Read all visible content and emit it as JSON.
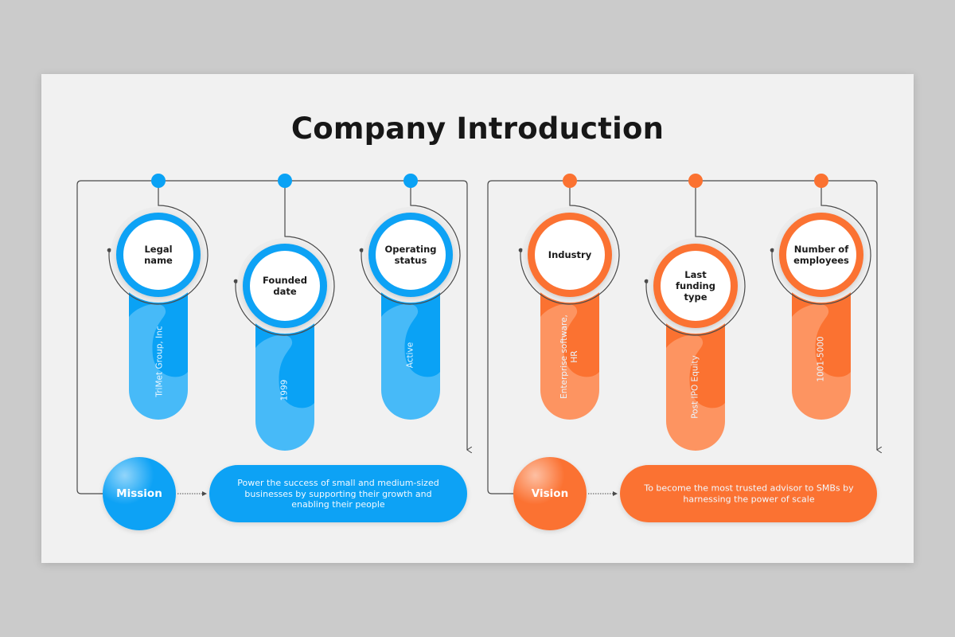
{
  "slide": {
    "title": "Company Introduction"
  },
  "colors": {
    "blue": "#0aa2f5",
    "blue_light": "#47baf8",
    "orange": "#fb7231",
    "orange_light": "#fd9461",
    "line": "#4a4a4a",
    "background": "#f1f1f1"
  },
  "left_panel": {
    "items": [
      {
        "label": "Legal\nname",
        "value": "TriMet Group, Inc",
        "icon": "info-circle"
      },
      {
        "label": "Founded\ndate",
        "value": "1999",
        "icon": "info-circle"
      },
      {
        "label": "Operating\nstatus",
        "value": "Active",
        "icon": "info-circle"
      }
    ],
    "badge": "Mission",
    "statement": "Power the success of small and medium-sized businesses by supporting their growth and enabling their people"
  },
  "right_panel": {
    "items": [
      {
        "label": "Industry",
        "value": "Enterprise software,\nHR",
        "icon": "info-circle"
      },
      {
        "label": "Last\nfunding\ntype",
        "value": "Post IPO Equity",
        "icon": "info-circle"
      },
      {
        "label": "Number of\nemployees",
        "value": "1001-5000",
        "icon": "info-circle"
      }
    ],
    "badge": "Vision",
    "statement": "To become the most trusted advisor to SMBs by harnessing the power of scale"
  }
}
